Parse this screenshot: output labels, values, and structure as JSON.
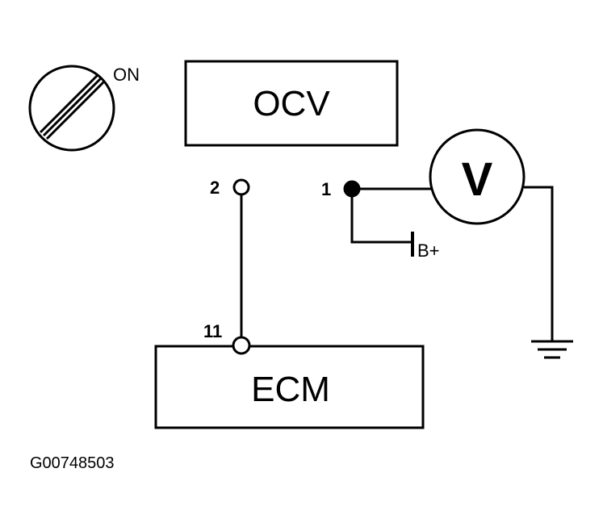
{
  "ignition": {
    "state_label": "ON"
  },
  "components": {
    "ocv_label": "OCV",
    "ecm_label": "ECM",
    "voltmeter_label": "V",
    "battery_label": "B+"
  },
  "pins": {
    "ocv_pin_2": "2",
    "ocv_pin_1": "1",
    "ecm_pin_11": "11"
  },
  "figure_code": "G00748503"
}
